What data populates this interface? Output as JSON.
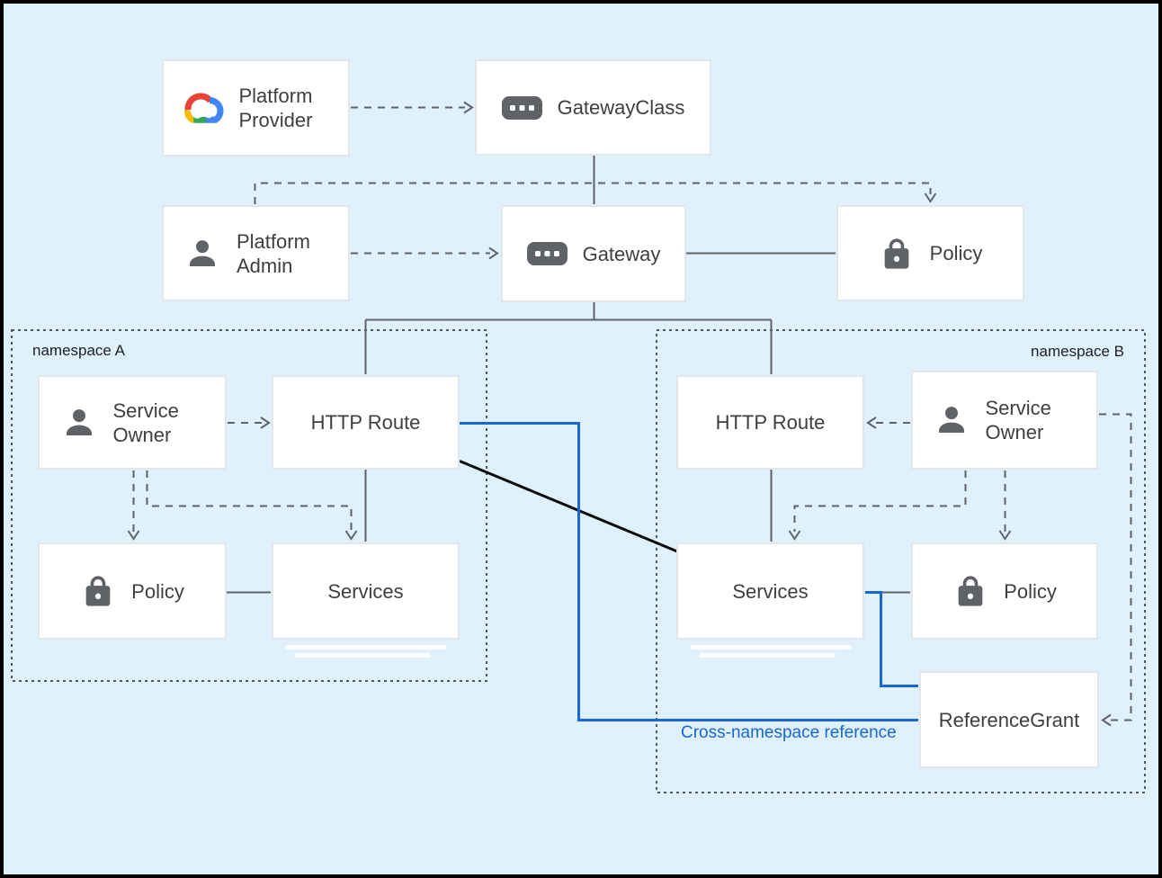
{
  "colors": {
    "background": "#DEF1FC",
    "connector_gray": "#5F6368",
    "cross_namespace_blue": "#1967D2",
    "node_text": "#3C4043",
    "google_red": "#EA4335",
    "google_blue": "#4285F4",
    "google_yellow": "#FBBC04",
    "google_green": "#34A853"
  },
  "diagram": {
    "namespace_a_label": "namespace A",
    "namespace_b_label": "namespace B",
    "cross_namespace_label": "Cross-namespace reference",
    "nodes": {
      "platform_provider": "Platform Provider",
      "gateway_class": "GatewayClass",
      "platform_admin": "Platform Admin",
      "gateway": "Gateway",
      "policy_top": "Policy",
      "service_owner_a": "Service Owner",
      "http_route_a": "HTTP Route",
      "policy_a": "Policy",
      "services_a": "Services",
      "http_route_b": "HTTP Route",
      "service_owner_b": "Service Owner",
      "services_b": "Services",
      "policy_b": "Policy",
      "reference_grant": "ReferenceGrant"
    },
    "icons": {
      "platform_provider": "google-cloud-icon",
      "gateway_class": "resource-chip-icon",
      "platform_admin": "person-icon",
      "gateway": "resource-chip-icon",
      "policy": "lock-icon",
      "service_owner": "person-icon"
    }
  }
}
